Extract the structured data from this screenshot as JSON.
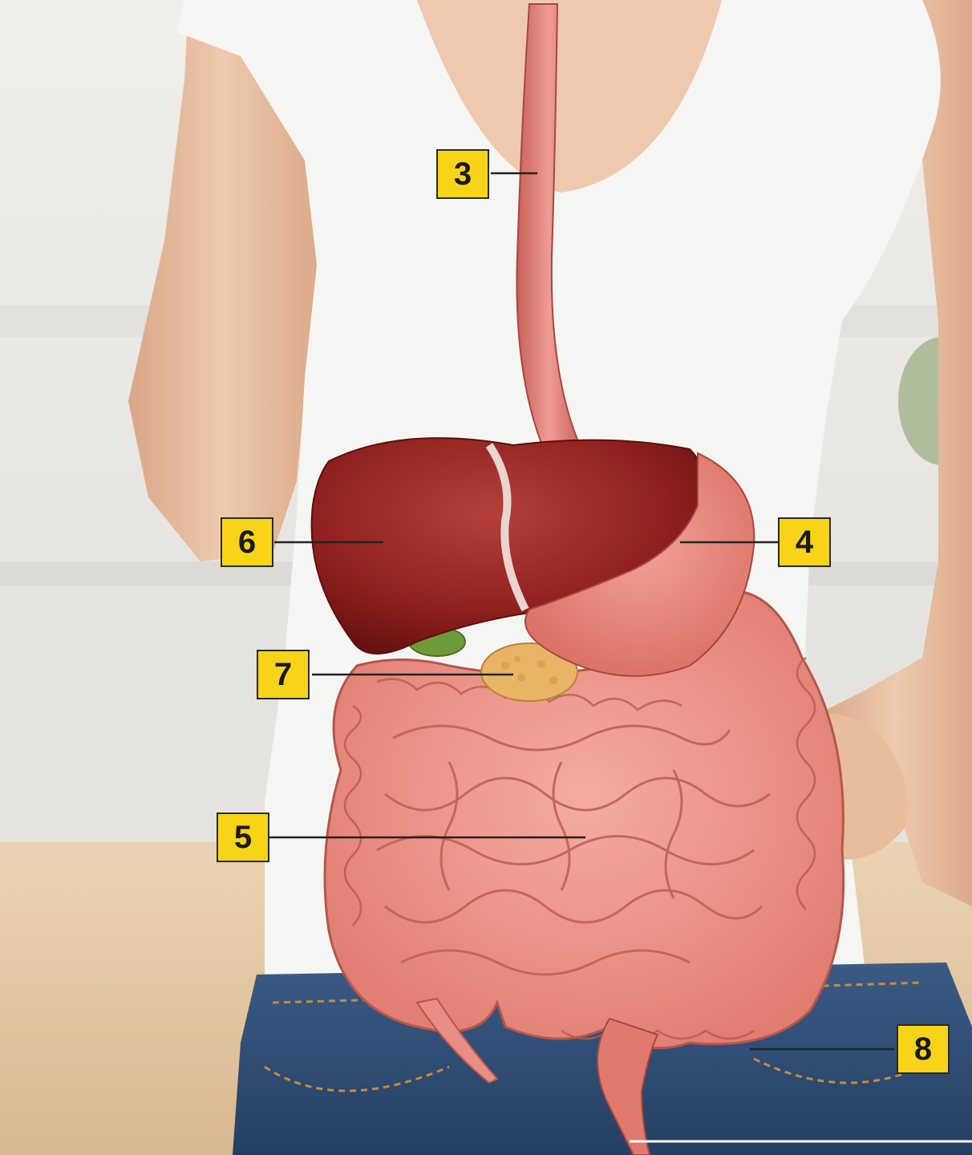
{
  "diagram": {
    "labels": [
      {
        "id": "3",
        "text": "3"
      },
      {
        "id": "4",
        "text": "4"
      },
      {
        "id": "5",
        "text": "5"
      },
      {
        "id": "6",
        "text": "6"
      },
      {
        "id": "7",
        "text": "7"
      },
      {
        "id": "8",
        "text": "8"
      }
    ]
  },
  "colors": {
    "label_fill": "#f7d417",
    "label_border": "#2a2a2a",
    "liver": "#8e1f1c",
    "stomach": "#e57f73",
    "intestine": "#e88e84",
    "pancreas": "#e7b565",
    "gallbladder": "#6e9a3a",
    "shirt": "#f4f4f2",
    "skin": "#e9c2a3",
    "jeans": "#2f4e76",
    "floor": "#e6c9a4"
  }
}
